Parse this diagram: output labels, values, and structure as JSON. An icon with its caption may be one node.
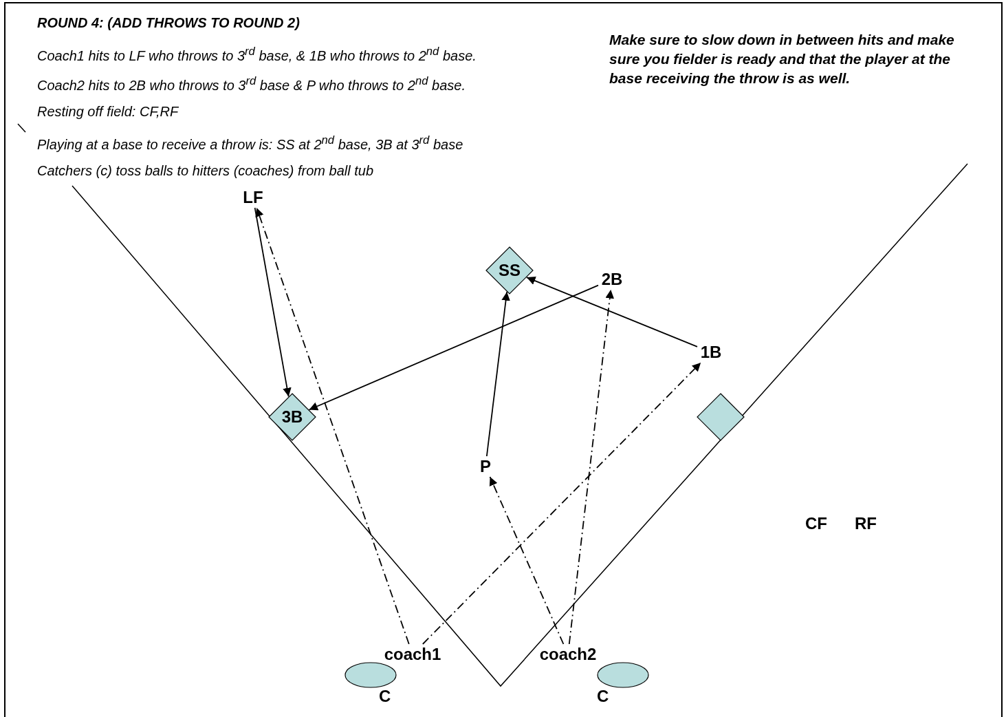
{
  "diagram": {
    "title": "ROUND 4:  (ADD THROWS TO ROUND 2)",
    "nodes": [
      {
        "text": [
          "LF"
        ]
      },
      {
        "text": [
          "SS"
        ]
      },
      {
        "text": [
          "2B"
        ]
      },
      {
        "text": [
          "1B"
        ]
      },
      {
        "text": [
          "3B"
        ]
      },
      {
        "text": [],
        "shape": "diamond"
      },
      {
        "text": [
          "P"
        ]
      },
      {
        "text": [
          "coach1"
        ]
      },
      {
        "text": [
          "coach2"
        ]
      },
      {
        "text": [],
        "shape": "ellipse",
        "beside": [
          "C"
        ]
      },
      {
        "text": [],
        "shape": "ellipse",
        "beside": [
          "C"
        ]
      }
    ],
    "edges": [
      {
        "from": 0,
        "to": 4,
        "arrow": "to"
      },
      {
        "from": 2,
        "to": 4,
        "arrow": "to"
      },
      {
        "from": 3,
        "to": 1,
        "arrow": "to"
      },
      {
        "from": 6,
        "to": 1,
        "arrow": "to"
      },
      {
        "from": 7,
        "to": 0,
        "arrow": "to",
        "style": "dashed"
      },
      {
        "from": 7,
        "to": 3,
        "arrow": "to",
        "style": "dashed"
      },
      {
        "from": 8,
        "to": 2,
        "arrow": "to",
        "style": "dashed"
      },
      {
        "from": 8,
        "to": 6,
        "arrow": "to",
        "style": "dashed"
      }
    ],
    "labels": [
      "Coach1 hits to LF who throws to 3$^{rd}$ base, & 1B who throws to 2$^{nd}$ base.",
      "Coach2 hits to 2B who throws to 3$^{rd}$ base & P who throws to 2$^{nd}$ base.",
      "Resting off field:  CF,RF",
      "Playing at a base to receive a throw is: SS at 2$^{nd}$  base, 3B at 3$^{rd}$ base",
      "Catchers (c) toss balls to hitters (coaches) from ball tub",
      "Make sure to slow down in between hits and make sure you fielder is ready and that the player at the base receiving the throw is as well.",
      "CF",
      "RF"
    ]
  }
}
